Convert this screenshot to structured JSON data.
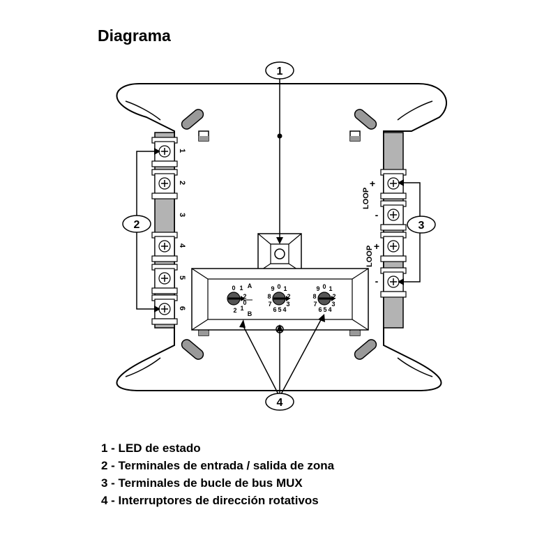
{
  "title": "Diagrama",
  "callouts": [
    "1",
    "2",
    "3",
    "4"
  ],
  "zone_terminals": [
    "1",
    "2",
    "3",
    "4",
    "5",
    "6"
  ],
  "loop_terminals": {
    "loop_label": "LOOP",
    "upper": [
      "+",
      "-"
    ],
    "lower": [
      "+",
      "-"
    ]
  },
  "rotary_switches": {
    "switch_a_labels": [
      "0",
      "1",
      "A",
      "2",
      "0",
      "2",
      "1",
      "B"
    ],
    "tens_labels": [
      "9",
      "0",
      "1",
      "8",
      "2",
      "7",
      "3",
      "6",
      "5",
      "4"
    ],
    "units_labels": [
      "9",
      "0",
      "1",
      "8",
      "2",
      "7",
      "3",
      "6",
      "5",
      "4"
    ]
  },
  "legend": [
    "1 - LED de estado",
    "2 - Terminales de entrada / salida de zona",
    "3 - Terminales de bucle de bus MUX",
    "4 - Interruptores de dirección rotativos"
  ],
  "colors": {
    "line": "#000000",
    "body_fill": "#ffffff",
    "terminal_gray": "#b3b3b3",
    "slot_gray": "#999999"
  }
}
